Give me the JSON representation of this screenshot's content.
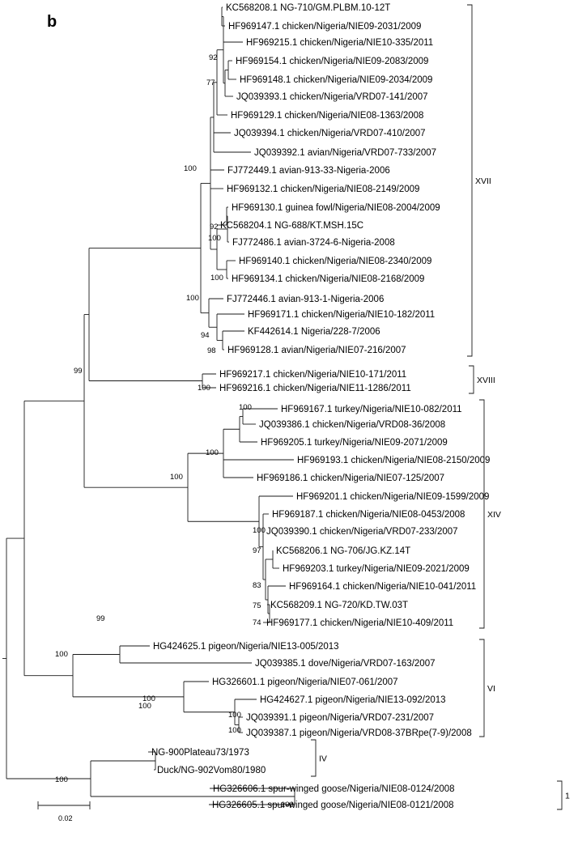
{
  "panel_label": "b",
  "scale_bar_label": "0.02",
  "leaves": [
    "KC568208.1 NG-710/GM.PLBM.10-12T",
    "HF969147.1 chicken/Nigeria/NIE09-2031/2009",
    "HF969215.1 chicken/Nigeria/NIE10-335/2011",
    "HF969154.1 chicken/Nigeria/NIE09-2083/2009",
    "HF969148.1 chicken/Nigeria/NIE09-2034/2009",
    "JQ039393.1 chicken/Nigeria/VRD07-141/2007",
    "HF969129.1 chicken/Nigeria/NIE08-1363/2008",
    "JQ039394.1 chicken/Nigeria/VRD07-410/2007",
    "JQ039392.1 avian/Nigeria/VRD07-733/2007",
    "FJ772449.1 avian-913-33-Nigeria-2006",
    "HF969132.1 chicken/Nigeria/NIE08-2149/2009",
    "HF969130.1 guinea fowl/Nigeria/NIE08-2004/2009",
    "KC568204.1 NG-688/KT.MSH.15C",
    "FJ772486.1 avian-3724-6-Nigeria-2008",
    "HF969140.1 chicken/Nigeria/NIE08-2340/2009",
    "HF969134.1 chicken/Nigeria/NIE08-2168/2009",
    "FJ772446.1 avian-913-1-Nigeria-2006",
    "HF969171.1 chicken/Nigeria/NIE10-182/2011",
    "KF442614.1 Nigeria/228-7/2006",
    "HF969128.1 avian/Nigeria/NIE07-216/2007",
    "HF969217.1 chicken/Nigeria/NIE10-171/2011",
    "HF969216.1 chicken/Nigeria/NIE11-1286/2011",
    "HF969167.1 turkey/Nigeria/NIE10-082/2011",
    "JQ039386.1 chicken/Nigeria/VRD08-36/2008",
    "HF969205.1 turkey/Nigeria/NIE09-2071/2009",
    "HF969193.1 chicken/Nigeria/NIE08-2150/2009",
    "HF969186.1 chicken/Nigeria/NIE07-125/2007",
    "HF969201.1 chicken/Nigeria/NIE09-1599/2009",
    "HF969187.1 chicken/Nigeria/NIE08-0453/2008",
    "JQ039390.1 chicken/Nigeria/VRD07-233/2007",
    "KC568206.1 NG-706/JG.KZ.14T",
    "HF969203.1 turkey/Nigeria/NIE09-2021/2009",
    "HF969164.1 chicken/Nigeria/NIE10-041/2011",
    "KC568209.1 NG-720/KD.TW.03T",
    "HF969177.1 chicken/Nigeria/NIE10-409/2011",
    "HG424625.1 pigeon/Nigeria/NIE13-005/2013",
    "JQ039385.1 dove/Nigeria/VRD07-163/2007",
    "HG326601.1 pigeon/Nigeria/NIE07-061/2007",
    "HG424627.1 pigeon/Nigeria/NIE13-092/2013",
    "JQ039391.1 pigeon/Nigeria/VRD07-231/2007",
    "JQ039387.1 pigeon/Nigeria/VRD08-37BRpe(7-9)/2008",
    "NG-900Plateau73/1973",
    "Duck/NG-902Vom80/1980",
    "HG326606.1 spur-winged goose/Nigeria/NIE08-0124/2008",
    "HG326605.1 spur-winged goose/Nigeria/NIE08-0121/2008"
  ],
  "support_values": [
    "92",
    "77",
    "100",
    "92",
    "100",
    "100",
    "100",
    "94",
    "98",
    "100",
    "99",
    "100",
    "100",
    "100",
    "100",
    "97",
    "83",
    "75",
    "74",
    "99",
    "100",
    "100",
    "100",
    "100",
    "100",
    "100",
    "100"
  ],
  "clades": [
    "XVII",
    "XVIII",
    "XIV",
    "VI",
    "IV",
    "1"
  ]
}
